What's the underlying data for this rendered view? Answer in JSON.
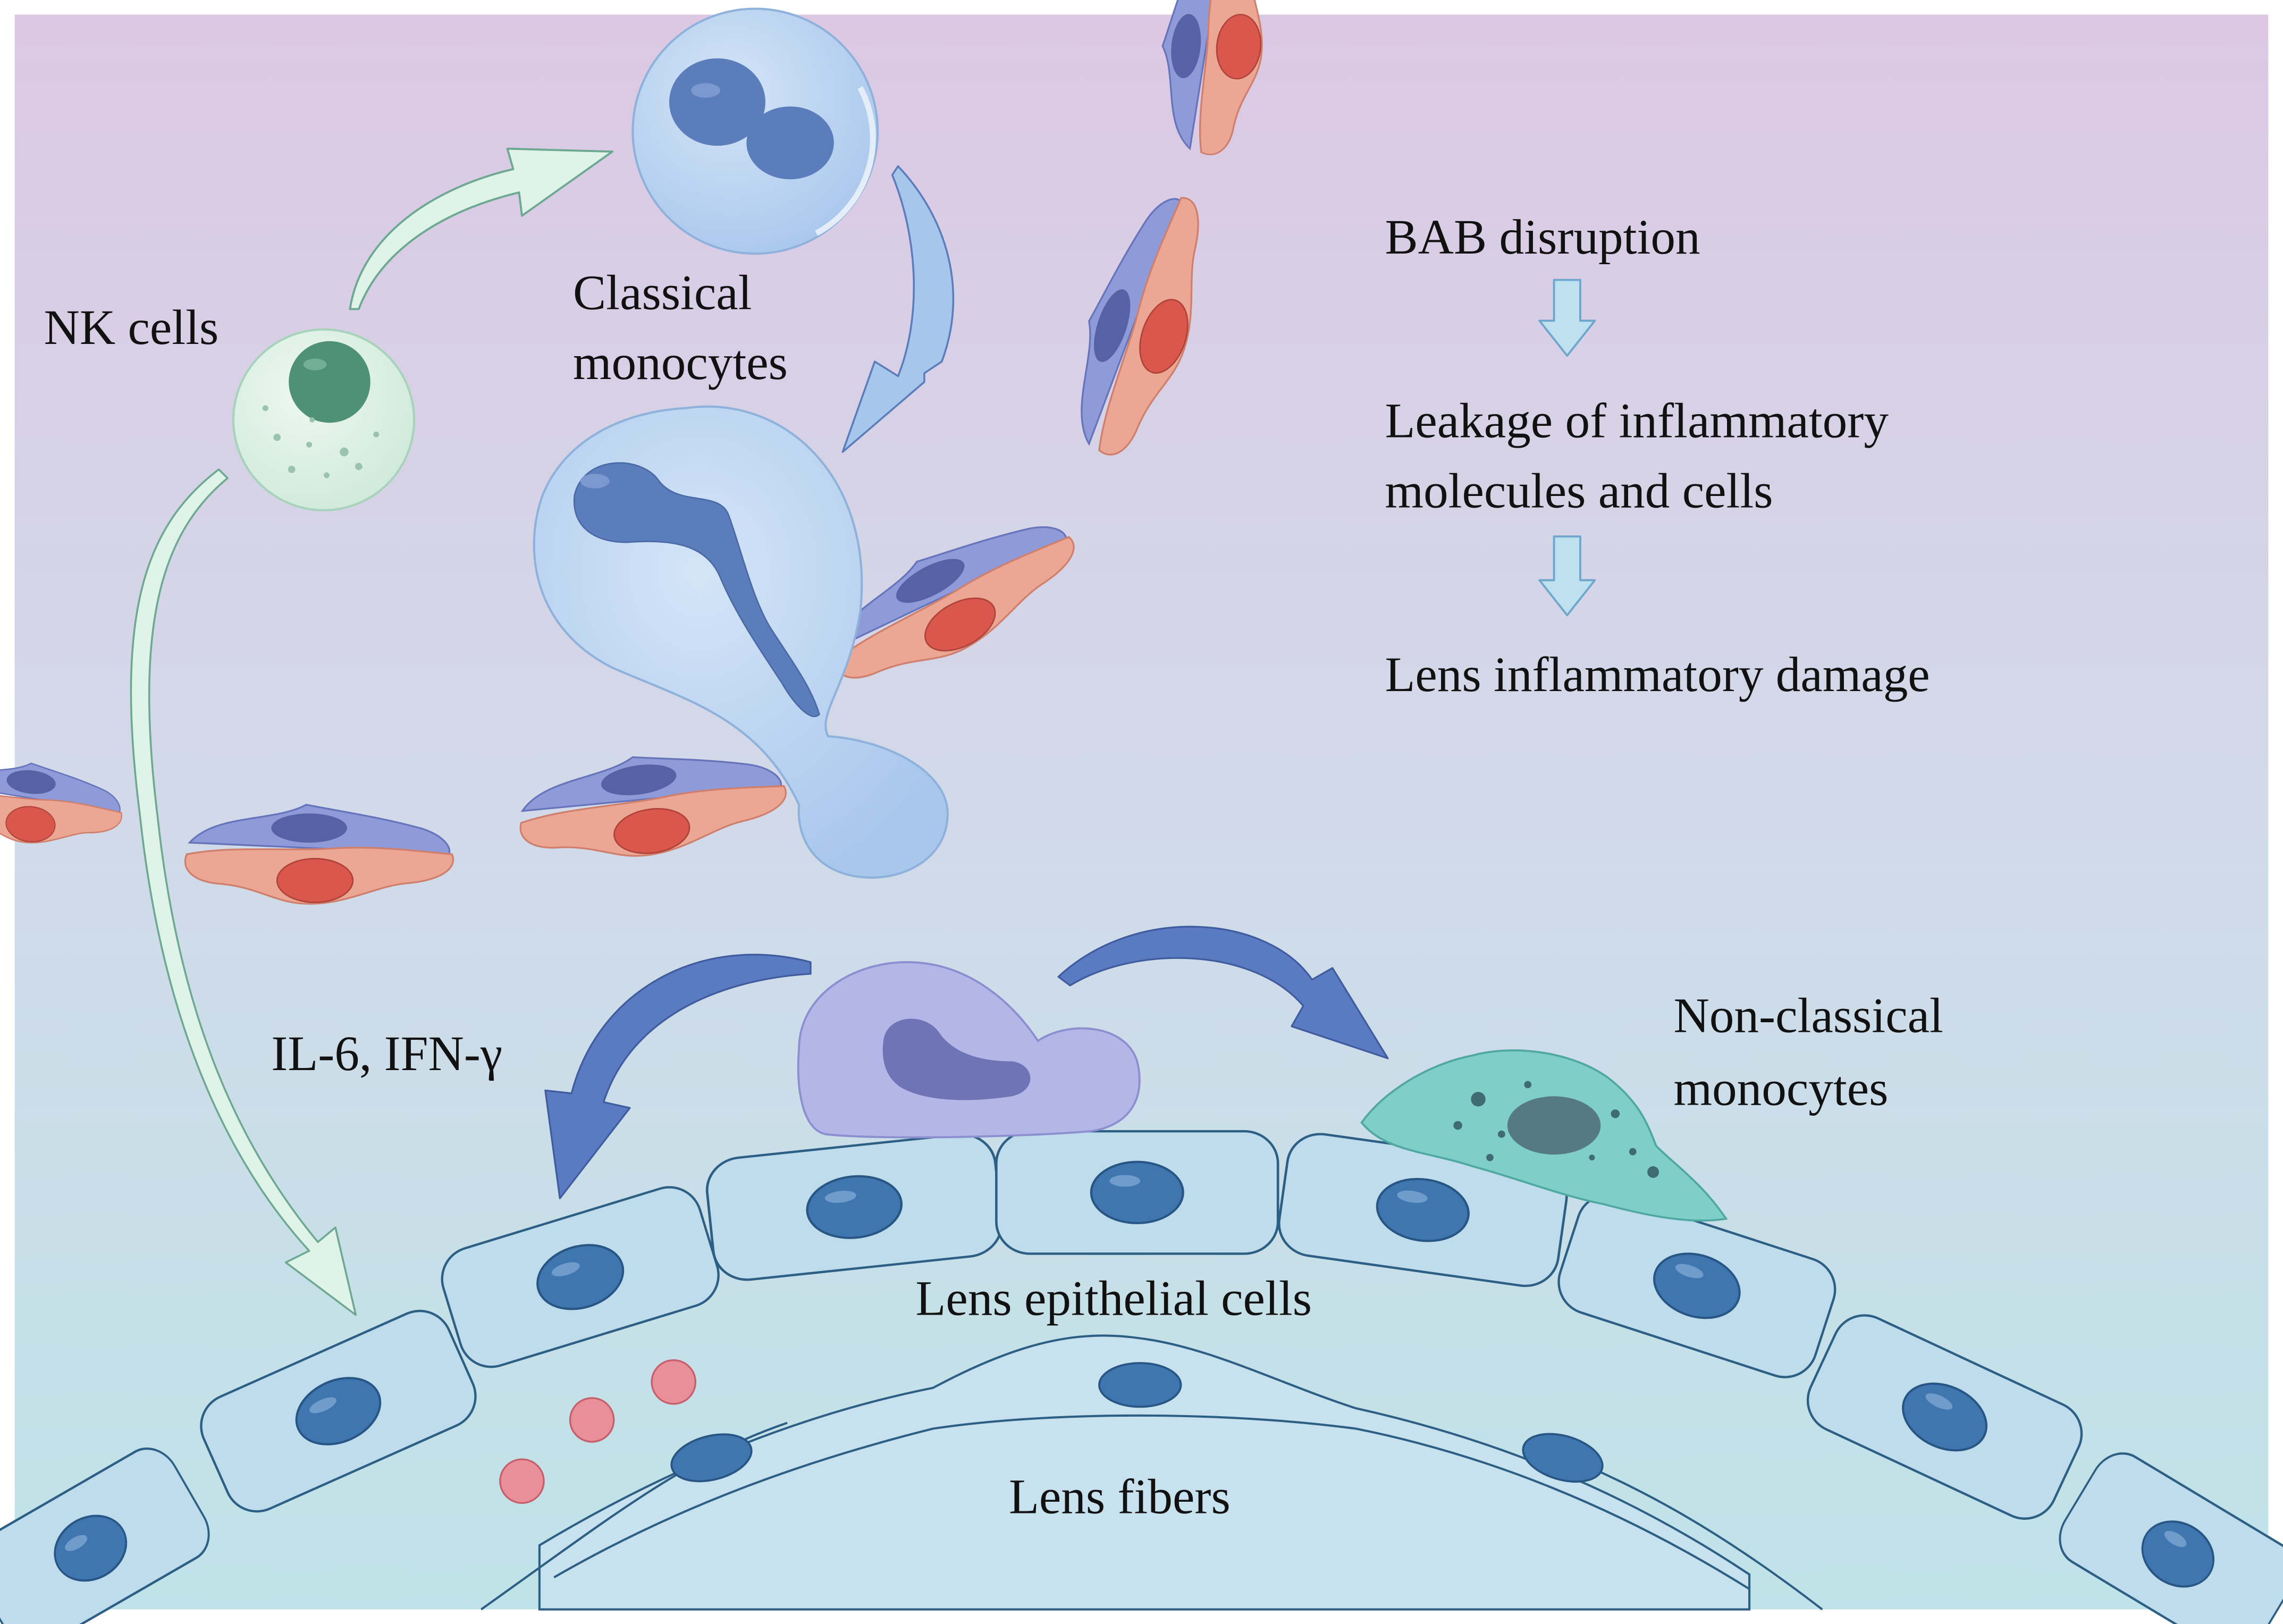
{
  "labels": {
    "nk_cells": "NK cells",
    "classical_monocytes_line1": "Classical",
    "classical_monocytes_line2": "monocytes",
    "cytokines": "IL-6, IFN-γ",
    "nonclassical_line1": "Non-classical",
    "nonclassical_line2": "monocytes",
    "lens_epithelial_cells": "Lens epithelial cells",
    "lens_fibers": "Lens fibers"
  },
  "cascade": {
    "step1": "BAB disruption",
    "step2_line1": "Leakage of inflammatory",
    "step2_line2": "molecules and cells",
    "step3": "Lens inflammatory damage"
  },
  "colors": {
    "background_top": "#dcc8e3",
    "background_mid": "#d2dae9",
    "background_bottom": "#bfe3e8",
    "endothelial_blue": "#8e9bd8",
    "endothelial_pink": "#eca694",
    "endothelial_nucleus": "#d9574d",
    "monocyte_body": "#bcd5f1",
    "monocyte_nucleus": "#5c7dbb",
    "nk_cell": "#dcf0e3",
    "nk_nucleus": "#4f9177",
    "nonclassical_monocyte": "#7fcfc8",
    "lens_cell_fill": "#bedcec",
    "lens_cell_outline": "#2d5f85",
    "lens_nucleus": "#3f76b0",
    "cytokine_dot": "#e98f9a",
    "flow_arrow": "#5a7bc2",
    "nk_arrow": "#dff3e9",
    "cascade_arrow": "#bfe0ef"
  }
}
